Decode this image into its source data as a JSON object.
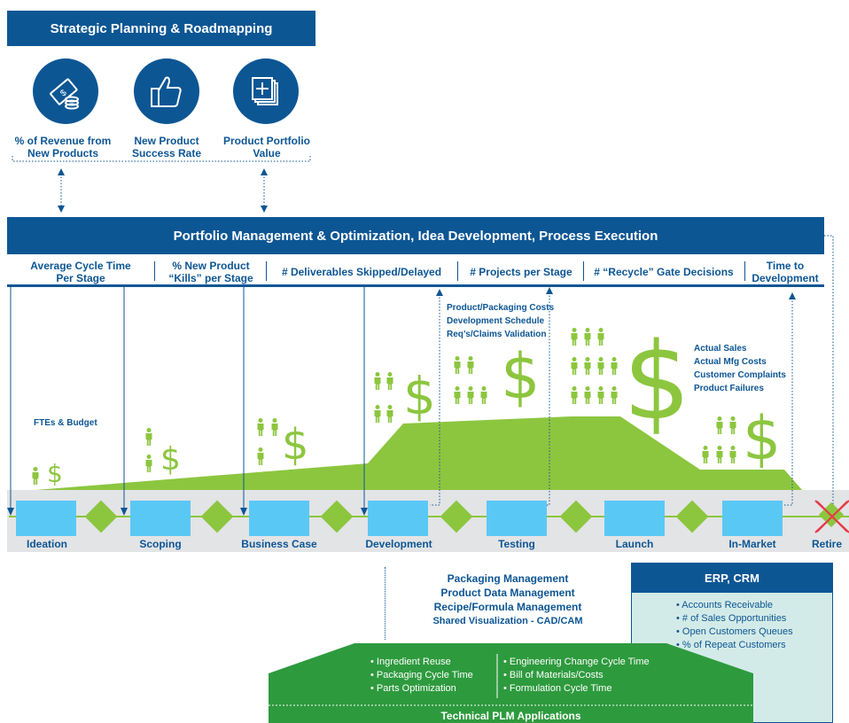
{
  "strategic": {
    "title": "Strategic Planning & Roadmapping",
    "kpis": [
      {
        "label_1": "% of Revenue from",
        "label_2": "New Products",
        "icon": "money-icon"
      },
      {
        "label_1": "New Product",
        "label_2": "Success Rate",
        "icon": "thumbs-up-icon"
      },
      {
        "label_1": "Product Portfolio",
        "label_2": "Value",
        "icon": "portfolio-stack-icon"
      }
    ]
  },
  "portfolio": {
    "title": "Portfolio Management & Optimization, Idea Development, Process Execution",
    "metrics": [
      {
        "line1": "Average Cycle Time",
        "line2": "Per Stage"
      },
      {
        "line1": "% New Product",
        "line2": "“Kills” per Stage"
      },
      {
        "line1": "# Deliverables Skipped/Delayed",
        "line2": ""
      },
      {
        "line1": "# Projects per Stage",
        "line2": ""
      },
      {
        "line1": "# “Recycle” Gate Decisions",
        "line2": ""
      },
      {
        "line1": "Time to",
        "line2": "Development"
      }
    ]
  },
  "annotations": {
    "ftes": "FTEs & Budget",
    "testing": [
      "Product/Packaging Costs",
      "Development Schedule",
      "Req’s/Claims Validation"
    ],
    "inmarket": [
      "Actual Sales",
      "Actual Mfg Costs",
      "Customer Complaints",
      "Product Failures"
    ]
  },
  "stages": [
    "Ideation",
    "Scoping",
    "Business Case",
    "Development",
    "Testing",
    "Launch",
    "In-Market",
    "Retire"
  ],
  "pdm": [
    "Packaging Management",
    "Product Data Management",
    "Recipe/Formula Management",
    "Shared Visualization - CAD/CAM"
  ],
  "erp": {
    "title": "ERP, CRM",
    "items": [
      "• Accounts Receivable",
      "• # of Sales Opportunities",
      "• Open Customers Queues",
      "• % of Repeat Customers"
    ]
  },
  "plm": {
    "left": [
      "• Ingredient Reuse",
      "• Packaging Cycle Time",
      "• Parts Optimization"
    ],
    "right": [
      "• Engineering Change Cycle Time",
      "• Bill of Materials/Costs",
      "• Formulation Cycle Time"
    ],
    "title": "Technical PLM Applications"
  },
  "dollar_sign": "$",
  "colors": {
    "navy": "#0d5694",
    "green": "#8cc63f",
    "plm_green": "#2e9a3e",
    "stage_blue": "#5ac8f5",
    "erp_bg": "#d3ebe8",
    "track_gray": "#e3e4e6"
  }
}
